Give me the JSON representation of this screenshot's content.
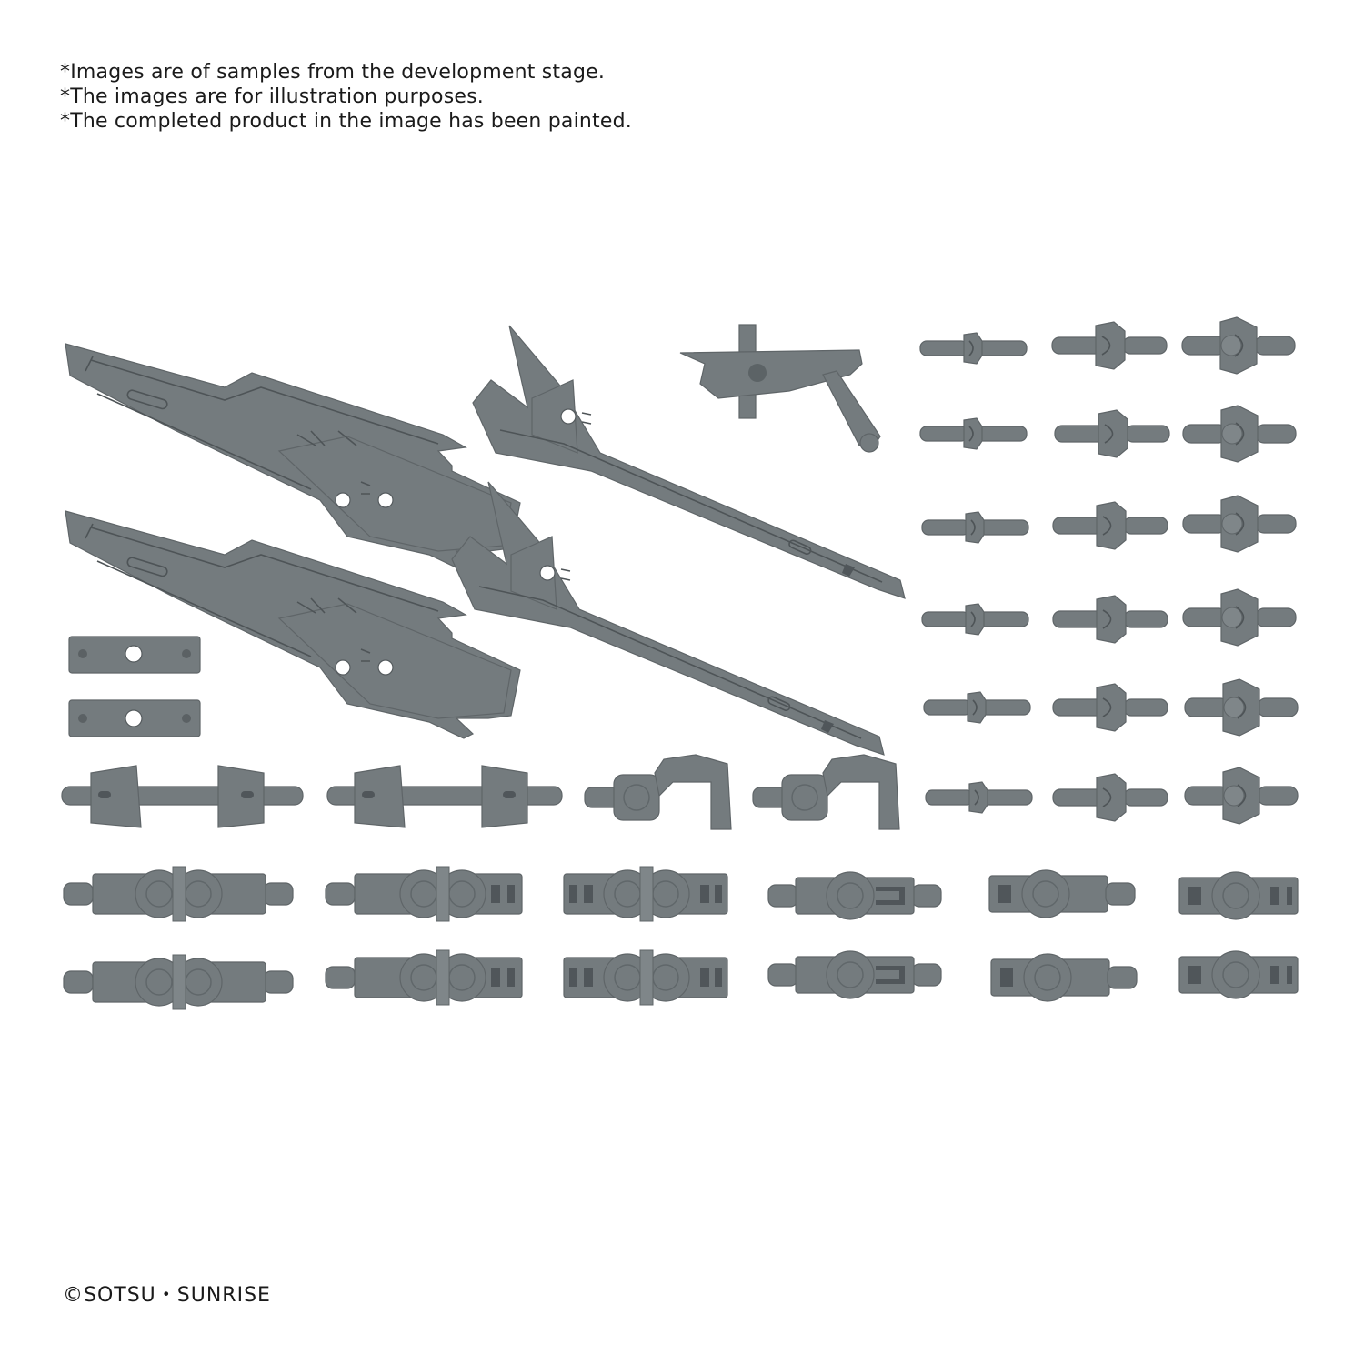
{
  "disclaimer": {
    "lines": [
      "*Images are of samples from the development stage.",
      "*The images are for illustration purposes.",
      "*The completed product in the image has been painted."
    ]
  },
  "copyright": {
    "text": "©SOTSU・SUNRISE"
  },
  "colors": {
    "background": "#ffffff",
    "part_gray": "#747b7e",
    "part_outline": "#5f6568",
    "text": "#1a1a1a"
  },
  "parts": {
    "large_blades": 2,
    "diagonal_swords": 2,
    "grip_part": 1,
    "mount_plates": 2,
    "dumbbell_connectors": 2,
    "arm_brackets": 2,
    "ball_joints": {
      "rows": 6,
      "columns": 3
    },
    "hinge_joints": {
      "rows": 2,
      "columns": 6
    }
  }
}
